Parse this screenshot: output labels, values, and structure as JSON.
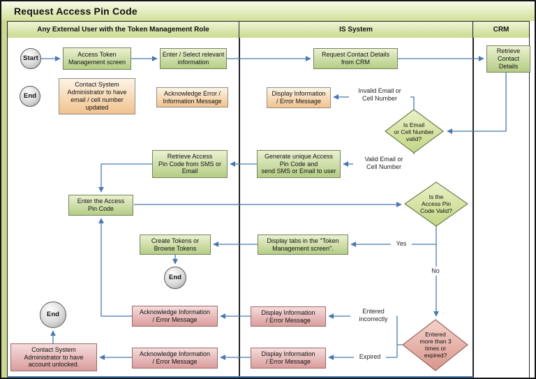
{
  "title": "Request Access Pin Code",
  "lanes": [
    "Any External User with the Token Management Role",
    "IS System",
    "CRM"
  ],
  "nodes": {
    "start": {
      "text": "Start"
    },
    "end_top": {
      "text": "End"
    },
    "end_mid": {
      "text": "End"
    },
    "end_bottom": {
      "text": "End"
    },
    "access_token": {
      "text": "Access Token\nManagement screen"
    },
    "enter_select": {
      "text": "Enter / Select relevant\ninformation"
    },
    "request_contact": {
      "text": "Request Contact Details\nfrom CRM"
    },
    "retrieve_contact": {
      "text": "Retrieve\nContact\nDetails"
    },
    "contact_admin_email": {
      "text": "Contact System\nAdministrator to have\nemail / cell number\nupdated"
    },
    "ack_error": {
      "text": "Acknowledge Error /\nInformation Message"
    },
    "display_info_1": {
      "text": "Display Information\n/ Error Message"
    },
    "retrieve_pin": {
      "text": "Retrieve Access\nPin Code from SMS or\nEmail"
    },
    "generate_pin": {
      "text": "Generate unique Access\nPin Code and\nsend SMS or Email to user"
    },
    "enter_pin": {
      "text": "Enter the Access\nPin Code"
    },
    "create_tokens": {
      "text": "Create Tokens or\nBrowse Tokens"
    },
    "display_tabs": {
      "text": "Display tabs in the \"Token\nManagement screen\"."
    },
    "ack_info_1": {
      "text": "Acknowledge Information\n/ Error Message"
    },
    "display_info_2": {
      "text": "Display Information\n/ Error Message"
    },
    "ack_info_2": {
      "text": "Acknowledge Information\n/ Error Message"
    },
    "display_info_3": {
      "text": "Display Information\n/ Error Message"
    },
    "contact_admin_unlock": {
      "text": "Contact System\nAdministrator to have\naccount unlocked."
    }
  },
  "decisions": {
    "email_valid": {
      "text": "Is Email\nor Cell Number\nvalid?"
    },
    "pin_valid": {
      "text": "Is the\nAccess Pin\nCode Valid?"
    },
    "entered_expired": {
      "text": "Entered\nmore than 3\ntimes or\nexpired?"
    }
  },
  "edge_labels": {
    "invalid": {
      "text": "Invalid Email or\nCell Number"
    },
    "valid": {
      "text": "Valid Email or\nCell Number"
    },
    "yes": {
      "text": "Yes"
    },
    "no": {
      "text": "No"
    },
    "entered_incorrectly": {
      "text": "Entered\nincorrectly"
    },
    "expired": {
      "text": "Expired"
    }
  },
  "colors": {
    "connector": "#4878b0",
    "process_green": "#b5cd85",
    "alert_peach": "#f1c28e",
    "error_pink": "#da9d9d",
    "lane_header": "#c9da8e"
  }
}
